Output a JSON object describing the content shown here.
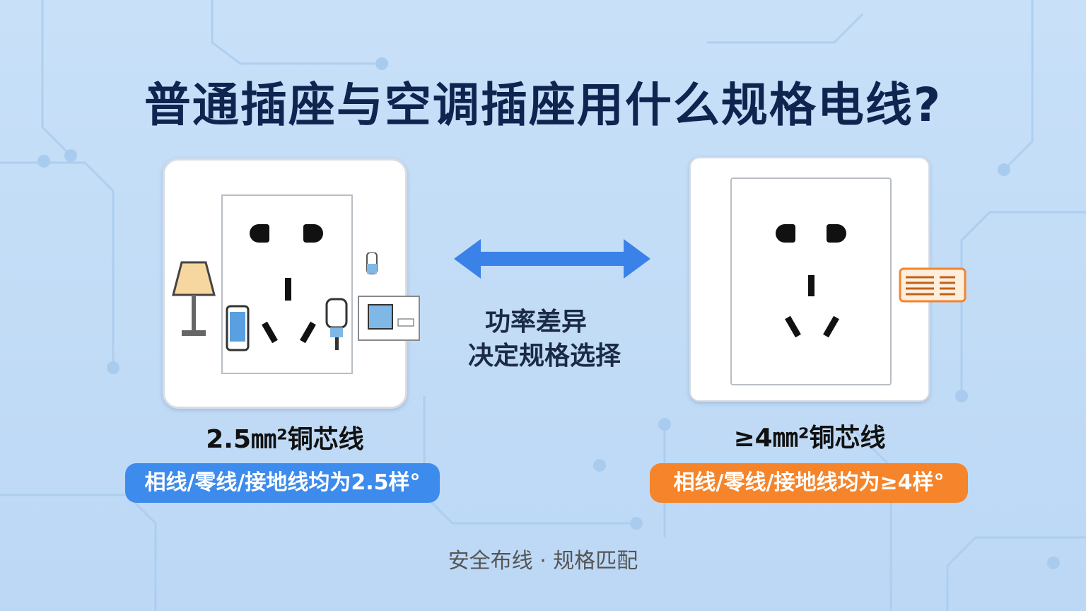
{
  "title": "普通插座与空调插座用什么规格电线?",
  "middle": {
    "line1": "功率差异",
    "line2": "决定规格选择"
  },
  "left": {
    "spec": "2.5㎜²铜芯线",
    "note": "相线/零线/接地线均为2.5样°",
    "color": "#3d8bec"
  },
  "right": {
    "spec": "≥4㎜²铜芯线",
    "note": "相线/零线/接地线均为≥4样°",
    "color": "#f5842a"
  },
  "footer": "安全布线 · 规格匹配",
  "colors": {
    "title": "#0f2550",
    "arrow": "#3a82e8",
    "background": "#c4dcf5"
  }
}
